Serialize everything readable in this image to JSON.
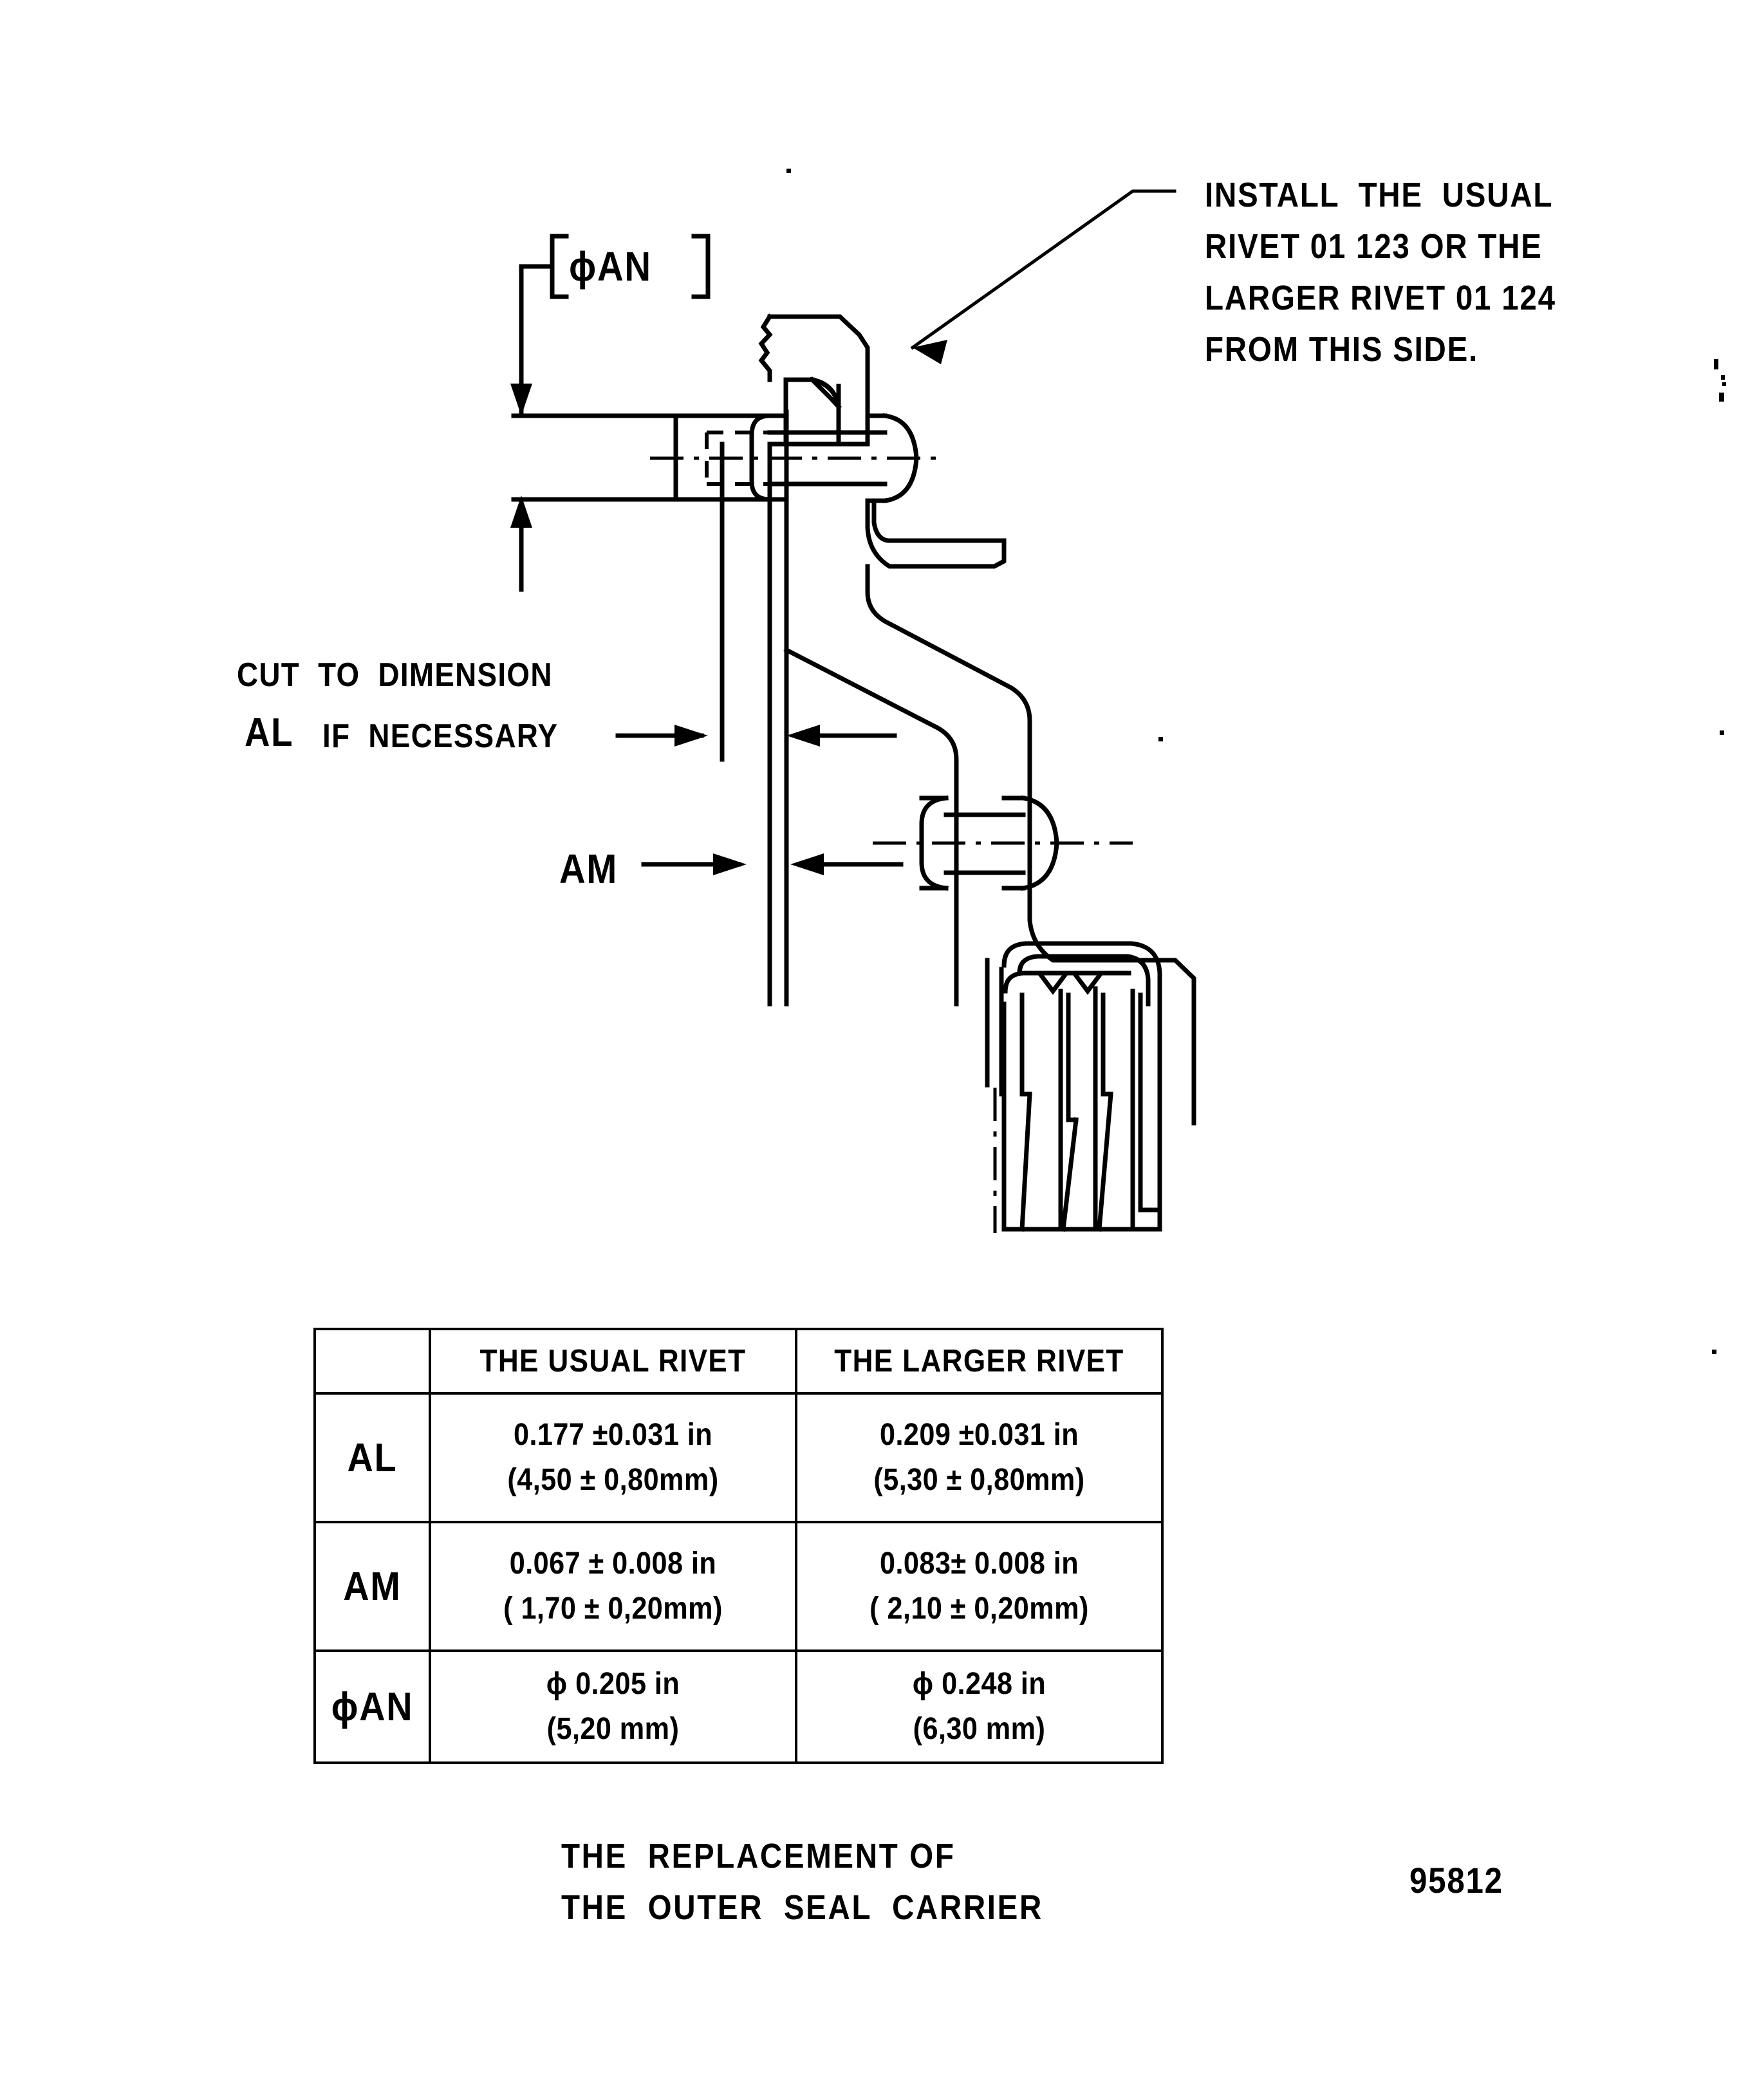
{
  "document": {
    "type": "technical-engineering-drawing",
    "figure_number": "95812",
    "caption_line1": "THE  REPLACEMENT OF",
    "caption_line2": "THE  OUTER  SEAL  CARRIER"
  },
  "callouts": {
    "install_note": {
      "line1": "INSTALL  THE  USUAL",
      "line2": "RIVET 01 123 OR THE",
      "line3": "LARGER RIVET 01 124",
      "line4": "FROM THIS SIDE."
    },
    "cut_note": {
      "line1": "CUT  TO  DIMENSION",
      "line2_prefix": "AL",
      "line2_suffix": " IF  NECESSARY"
    }
  },
  "dimension_labels": {
    "diameter_an": "ϕAN",
    "diameter_an_bracketed": "[ϕAN]",
    "al": "AL",
    "am": "AM"
  },
  "table": {
    "corner_label": "",
    "columns": [
      "THE  USUAL   RIVET",
      "THE  LARGER  RIVET"
    ],
    "rows": [
      {
        "key": "AL",
        "usual_rivet": [
          "0.177  ±0.031  in",
          "(4,50 ± 0,80mm)"
        ],
        "larger_rivet": [
          "0.209  ±0.031  in",
          "(5,30 ± 0,80mm)"
        ]
      },
      {
        "key": "AM",
        "usual_rivet": [
          "0.067 ± 0.008 in",
          "( 1,70 ± 0,20mm)"
        ],
        "larger_rivet": [
          "0.083± 0.008 in",
          "( 2,10 ± 0,20mm)"
        ]
      },
      {
        "key": "ϕAN",
        "usual_rivet": [
          "ϕ 0.205 in",
          "(5,20 mm)"
        ],
        "larger_rivet": [
          "ϕ 0.248 in",
          "(6,30 mm)"
        ]
      }
    ]
  },
  "colors": {
    "ink": "#000000",
    "paper": "#ffffff"
  }
}
